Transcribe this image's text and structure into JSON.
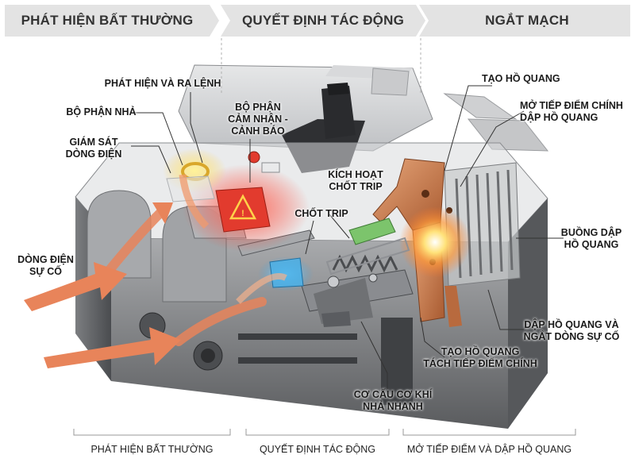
{
  "stages": [
    {
      "label": "PHÁT HIỆN BẤT THƯỜNG"
    },
    {
      "label": "QUYẾT ĐỊNH TÁC ĐỘNG"
    },
    {
      "label": "NGẮT MẠCH"
    }
  ],
  "callouts": {
    "phat_hien_ra_lenh": "PHÁT HIỆN VÀ RA LỆNH",
    "bo_phan_nha": "BỘ PHẬN NHẢ",
    "giam_sat_line1": "GIÁM SÁT",
    "giam_sat_line2": "DÒNG ĐIỆN",
    "dong_dien_line1": "DÒNG ĐIỆN",
    "dong_dien_line2": "SỰ CỐ",
    "bo_phan_cam_line1": "BỘ PHẬN",
    "bo_phan_cam_line2": "CẢM NHẬN -",
    "bo_phan_cam_line3": "CẢNH BÁO",
    "kich_hoat_line1": "KÍCH HOẠT",
    "kich_hoat_line2": "CHỐT TRIP",
    "chot_trip": "CHỐT TRIP",
    "tao_ho_quang_top": "TẠO HỒ QUANG",
    "mo_tiep_diem_line1": "MỞ TIẾP ĐIỂM CHÍNH",
    "mo_tiep_diem_line2": "DẬP HỒ QUANG",
    "buong_dap_line1": "BUỒNG DẬP",
    "buong_dap_line2": "HỒ QUANG",
    "dap_ho_quang_line1": "DẬP HỒ QUANG VÀ",
    "dap_ho_quang_line2": "NGẮT DÒNG SỰ CỐ",
    "tao_ho_quang_line1": "TẠO HỒ QUANG",
    "tao_ho_quang_line2": "TÁCH TIẾP ĐIỂM CHÍNH",
    "co_cau_line1": "CƠ CẤU CƠ KHÍ",
    "co_cau_line2": "NHẢ NHANH"
  },
  "bottom_labels": [
    {
      "label": "PHÁT HIỆN BẤT THƯỜNG"
    },
    {
      "label": "QUYẾT ĐỊNH TÁC ĐỘNG"
    },
    {
      "label": "MỞ TIẾP ĐIỂM VÀ DẬP HỒ QUANG"
    }
  ],
  "colors": {
    "stage_fill": "#e3e3e3",
    "body_gray": "#8e9094",
    "body_dark": "#55585c",
    "copper": "#c97b4c",
    "arrow_orange": "#e8845a",
    "trip_red": "#e23b2e",
    "glow_blue": "#3aa0e0",
    "spring_gray": "#7b7d80",
    "green_latch": "#7cc46c",
    "arc_glow": "#ffd24a"
  }
}
